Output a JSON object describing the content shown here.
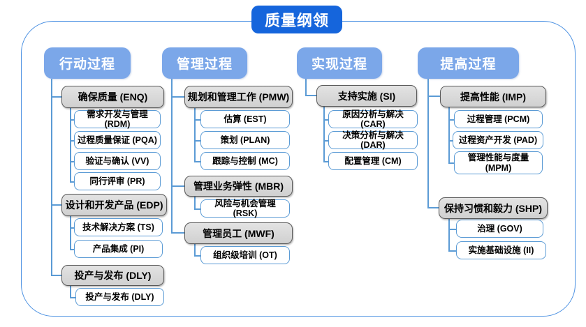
{
  "title": "质量纲领",
  "colors": {
    "title_bg": "#1565dc",
    "header_bg": "#7ba7e9",
    "group_fill": "#d9d9d9",
    "group_border": "#595959",
    "leaf_border": "#5b9bd5",
    "connector_line": "#5b9bd5",
    "frame_border": "#4a90e2"
  },
  "columns": [
    {
      "header": "行动过程",
      "groups": [
        {
          "label": "确保质量 (ENQ)",
          "children": [
            "需求开发与管理 (RDM)",
            "过程质量保证 (PQA)",
            "验证与确认 (VV)",
            "同行评审 (PR)"
          ]
        },
        {
          "label": "设计和开发产品 (EDP)",
          "children": [
            "技术解决方案 (TS)",
            "产品集成 (PI)"
          ]
        },
        {
          "label": "投产与发布 (DLY)",
          "children": [
            "投产与发布 (DLY)"
          ]
        }
      ]
    },
    {
      "header": "管理过程",
      "groups": [
        {
          "label": "规划和管理工作 (PMW)",
          "children": [
            "估算 (EST)",
            "策划 (PLAN)",
            "跟踪与控制 (MC)"
          ]
        },
        {
          "label": "管理业务弹性 (MBR)",
          "children": [
            "风险与机会管理 (RSK)"
          ]
        },
        {
          "label": "管理员工 (MWF)",
          "children": [
            "组织级培训 (OT)"
          ]
        }
      ]
    },
    {
      "header": "实现过程",
      "groups": [
        {
          "label": "支持实施 (SI)",
          "children": [
            "原因分析与解决 (CAR)",
            "决策分析与解决 (DAR)",
            "配置管理 (CM)"
          ]
        }
      ]
    },
    {
      "header": "提高过程",
      "groups": [
        {
          "label": "提高性能 (IMP)",
          "children": [
            "过程管理 (PCM)",
            "过程资产开发 (PAD)",
            "管理性能与度量 (MPM)"
          ]
        },
        {
          "label": "保持习惯和毅力 (SHP)",
          "children": [
            "治理 (GOV)",
            "实施基础设施 (II)"
          ]
        }
      ]
    }
  ]
}
